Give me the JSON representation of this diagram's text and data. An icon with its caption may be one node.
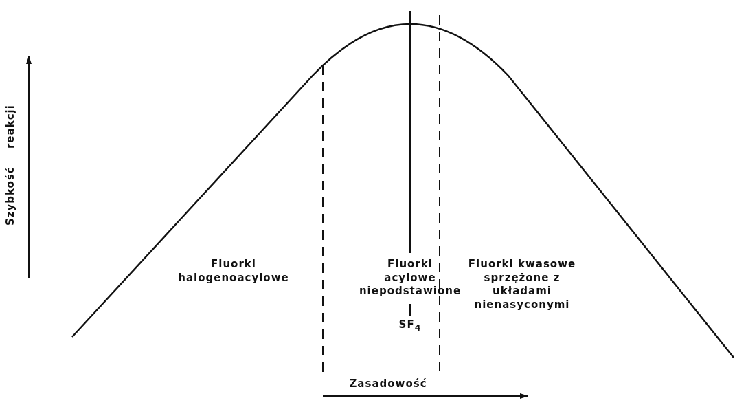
{
  "diagram": {
    "labels": [
      "Szybkość reakcji",
      "Fluorki halogenoacylowe",
      "Fluorki acylowe niepodstawione",
      "Fluorki kwasowe sprzężone z układami nienasyconymi",
      "SF$_{4}$",
      "Zasadowość"
    ]
  }
}
